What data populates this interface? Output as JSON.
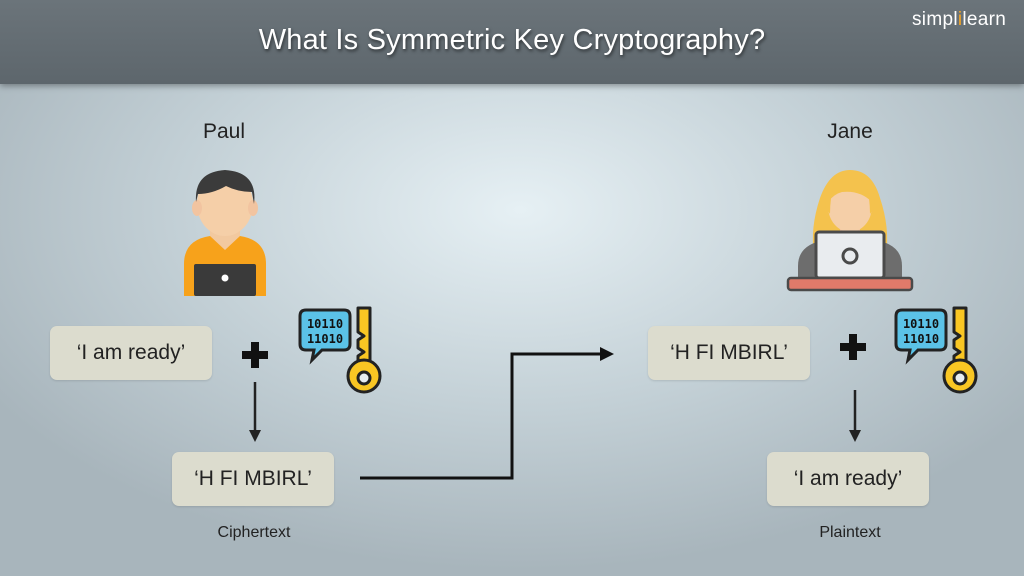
{
  "header": {
    "title": "What Is Symmetric Key Cryptography?",
    "logo_prefix": "simpl",
    "logo_accent": "i",
    "logo_suffix": "learn"
  },
  "sender": {
    "name": "Paul",
    "plaintext": "‘I am ready’",
    "ciphertext": "‘H FI MBIRL’",
    "ciphertext_caption": "Ciphertext",
    "key_bits_top": "10110",
    "key_bits_bottom": "11010"
  },
  "receiver": {
    "name": "Jane",
    "ciphertext": "‘H FI MBIRL’",
    "plaintext": "‘I am ready’",
    "plaintext_caption": "Plaintext",
    "key_bits_top": "10110",
    "key_bits_bottom": "11010"
  },
  "colors": {
    "header_bg": "#626b71",
    "box_bg": "#dcdcce",
    "key_gold": "#f9c623",
    "bubble_blue": "#5bc2e7",
    "paul_shirt": "#f7a21b"
  },
  "icons": [
    "paul-avatar-icon",
    "jane-avatar-icon",
    "key-icon",
    "binary-bubble-icon",
    "plus-icon",
    "arrow-icon"
  ]
}
